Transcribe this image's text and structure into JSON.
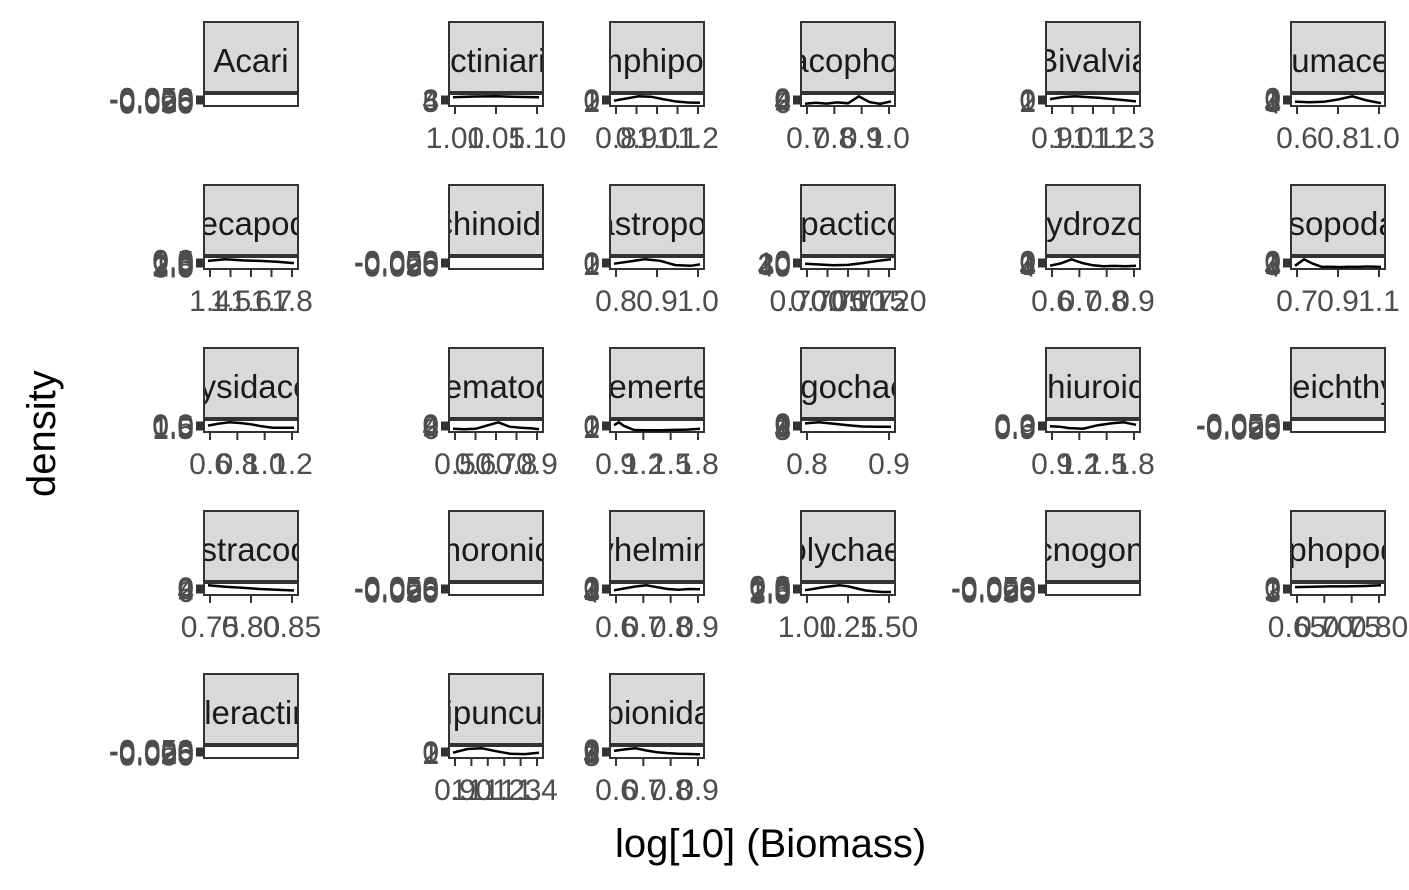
{
  "chart_data": {
    "type": "line",
    "xlabel": "log[10] (Biomass)",
    "ylabel": "density",
    "facet_strip_color": "#d9d9d9",
    "frame_color": "#333333",
    "line_color": "#000000",
    "tick_label_color": "#4d4d4d",
    "panels": [
      {
        "label": "Acari",
        "x": [],
        "y": [],
        "xticks": [],
        "yticks": [
          "-0.050",
          "-0.025",
          "0.000",
          "0.025",
          "0.050"
        ]
      },
      {
        "label": "Actiniaria",
        "x": [
          0.95,
          0.99,
          1.03,
          1.07,
          1.11
        ],
        "y": [
          4.2,
          4.6,
          4.7,
          4.4,
          4.2
        ],
        "xticks": [
          "1.00",
          "1.05",
          "1.10"
        ],
        "yticks": [
          "3",
          "4",
          "5"
        ]
      },
      {
        "label": "Amphipoda",
        "x": [
          0.78,
          0.83,
          0.88,
          0.93,
          0.98,
          1.03,
          1.08,
          1.13
        ],
        "y": [
          1.2,
          1.8,
          2.4,
          2.3,
          1.6,
          1.0,
          0.7,
          0.6
        ],
        "xticks": [
          "0.8",
          "0.9",
          "1.0",
          "1.1",
          "1.2"
        ],
        "yticks": [
          "0",
          "1",
          "2"
        ]
      },
      {
        "label": "Bacophora",
        "x": [
          0.63,
          0.68,
          0.73,
          0.78,
          0.83,
          0.88,
          0.93,
          0.98,
          1.03
        ],
        "y": [
          0.8,
          1.5,
          1.0,
          1.8,
          1.2,
          6.0,
          2.0,
          0.8,
          2.5
        ],
        "xticks": [
          "0.7",
          "0.8",
          "0.9",
          "1.0"
        ],
        "yticks": [
          "0",
          "2",
          "4",
          "6"
        ]
      },
      {
        "label": "Bivalvia",
        "x": [
          0.85,
          0.92,
          0.99,
          1.06,
          1.13,
          1.2,
          1.27,
          1.33
        ],
        "y": [
          1.5,
          2.0,
          2.2,
          2.0,
          1.8,
          1.5,
          1.2,
          0.9
        ],
        "xticks": [
          "0.9",
          "1.0",
          "1.1",
          "1.2",
          "1.3"
        ],
        "yticks": [
          "0",
          "1",
          "2"
        ]
      },
      {
        "label": "Cumacea",
        "x": [
          0.5,
          0.6,
          0.7,
          0.8,
          0.9,
          1.0,
          1.1
        ],
        "y": [
          1.5,
          1.2,
          1.4,
          2.4,
          3.8,
          2.0,
          0.8
        ],
        "xticks": [
          "0.6",
          "0.8",
          "1.0"
        ],
        "yticks": [
          "0",
          "1",
          "2",
          "3",
          "4"
        ]
      },
      {
        "label": "Decapoda",
        "x": [
          1.35,
          1.45,
          1.55,
          1.65,
          1.75,
          1.85
        ],
        "y": [
          2.6,
          3.2,
          2.8,
          2.6,
          2.3,
          1.8
        ],
        "xticks": [
          "1.4",
          "1.5",
          "1.6",
          "1.7",
          "1.8"
        ],
        "yticks": [
          "0.0",
          "0.5",
          "1.0",
          "1.5",
          "2.0",
          "2.5",
          "3.0"
        ]
      },
      {
        "label": "Echinoidea",
        "x": [],
        "y": [],
        "xticks": [],
        "yticks": [
          "-0.050",
          "-0.025",
          "0.000",
          "0.025",
          "0.050"
        ]
      },
      {
        "label": "Gastropoda",
        "x": [
          0.76,
          0.81,
          0.86,
          0.91,
          0.96,
          1.01,
          1.04
        ],
        "y": [
          1.2,
          1.8,
          2.4,
          2.0,
          0.8,
          0.6,
          1.0
        ],
        "xticks": [
          "0.8",
          "0.9",
          "1.0"
        ],
        "yticks": [
          "0",
          "1",
          "2"
        ]
      },
      {
        "label": "Harpacticoida",
        "x": [
          0.693,
          0.698,
          0.703,
          0.708,
          0.713,
          0.718,
          0.723
        ],
        "y": [
          12,
          10,
          8,
          9,
          14,
          20,
          25
        ],
        "xticks": [
          "0.700",
          "0.705",
          "0.710",
          "0.715",
          "0.720"
        ],
        "yticks": [
          "0",
          "10",
          "20",
          "30",
          "40"
        ]
      },
      {
        "label": "Hydrozoa",
        "x": [
          0.55,
          0.6,
          0.65,
          0.7,
          0.75,
          0.8,
          0.85,
          0.9,
          0.95
        ],
        "y": [
          1.0,
          2.0,
          3.8,
          2.2,
          1.2,
          0.8,
          0.9,
          0.8,
          1.0
        ],
        "xticks": [
          "0.6",
          "0.7",
          "0.8",
          "0.9"
        ],
        "yticks": [
          "0",
          "1",
          "2",
          "3",
          "4"
        ]
      },
      {
        "label": "Isopoda",
        "x": [
          0.62,
          0.67,
          0.72,
          0.77,
          0.82,
          0.87,
          0.92,
          0.97,
          1.02,
          1.1
        ],
        "y": [
          1.0,
          4.0,
          2.0,
          0.5,
          0.6,
          0.4,
          0.6,
          0.5,
          0.7,
          0.5
        ],
        "xticks": [
          "0.7",
          "0.9",
          "1.1"
        ],
        "yticks": [
          "0",
          "1",
          "2",
          "3",
          "4"
        ]
      },
      {
        "label": "Mysidacea",
        "x": [
          0.5,
          0.6,
          0.7,
          0.8,
          0.9,
          1.0,
          1.1,
          1.2,
          1.3
        ],
        "y": [
          0.8,
          1.1,
          1.3,
          1.2,
          1.0,
          0.7,
          0.5,
          0.5,
          0.5
        ],
        "xticks": [
          "0.6",
          "0.8",
          "1.0",
          "1.2"
        ],
        "yticks": [
          "0.0",
          "0.5",
          "1.0",
          "1.5"
        ]
      },
      {
        "label": "Nematoda",
        "x": [
          0.52,
          0.57,
          0.62,
          0.67,
          0.72,
          0.77,
          0.82,
          0.87,
          0.9
        ],
        "y": [
          1.0,
          0.8,
          1.0,
          2.5,
          4.0,
          2.0,
          1.5,
          1.2,
          0.8
        ],
        "xticks": [
          "0.5",
          "0.6",
          "0.7",
          "0.8",
          "0.9"
        ],
        "yticks": [
          "0",
          "2",
          "4",
          "6"
        ]
      },
      {
        "label": "Nemertea",
        "x": [
          0.88,
          0.93,
          0.98,
          1.08,
          1.2,
          1.35,
          1.5,
          1.62,
          1.75
        ],
        "y": [
          1.6,
          2.4,
          1.4,
          0.3,
          0.2,
          0.2,
          0.3,
          0.4,
          0.6
        ],
        "xticks": [
          "0.9",
          "1.2",
          "1.5",
          "1.8"
        ],
        "yticks": [
          "0",
          "1",
          "2"
        ]
      },
      {
        "label": "Oligochaeta",
        "x": [
          0.72,
          0.76,
          0.8,
          0.84,
          0.88,
          0.92,
          0.96
        ],
        "y": [
          4.0,
          4.6,
          3.8,
          3.0,
          2.4,
          2.2,
          2.2
        ],
        "xticks": [
          "0.8",
          "0.9"
        ],
        "yticks": [
          "0",
          "1",
          "2",
          "3",
          "4",
          "5"
        ]
      },
      {
        "label": "Ophiuroidea",
        "x": [
          0.85,
          0.95,
          1.05,
          1.2,
          1.35,
          1.5,
          1.62,
          1.75
        ],
        "y": [
          0.25,
          0.22,
          0.15,
          0.12,
          0.3,
          0.4,
          0.45,
          0.32
        ],
        "xticks": [
          "0.9",
          "1.2",
          "1.5",
          "1.8"
        ],
        "yticks": [
          "0.0",
          "0.3",
          "0.6",
          "0.9"
        ]
      },
      {
        "label": "Pleichthys",
        "x": [],
        "y": [],
        "xticks": [],
        "yticks": [
          "-0.050",
          "-0.025",
          "0.000",
          "0.025",
          "0.050"
        ]
      },
      {
        "label": "Ostracoda",
        "x": [
          0.72,
          0.76,
          0.8,
          0.84,
          0.88,
          0.92
        ],
        "y": [
          4.5,
          3.8,
          3.2,
          2.6,
          2.2,
          1.8
        ],
        "xticks": [
          "0.75",
          "0.80",
          "0.85"
        ],
        "yticks": [
          "0",
          "2",
          "4",
          "6"
        ]
      },
      {
        "label": "Phoronida",
        "x": [],
        "y": [],
        "xticks": [],
        "yticks": [
          "-0.050",
          "-0.025",
          "0.000",
          "0.025",
          "0.050"
        ]
      },
      {
        "label": "Platyhelminthes",
        "x": [
          0.55,
          0.6,
          0.65,
          0.7,
          0.75,
          0.8,
          0.85,
          0.9,
          0.95
        ],
        "y": [
          1.2,
          1.8,
          2.4,
          2.8,
          2.2,
          1.6,
          1.4,
          1.6,
          1.5
        ],
        "xticks": [
          "0.6",
          "0.7",
          "0.8",
          "0.9"
        ],
        "yticks": [
          "0",
          "1",
          "2",
          "3",
          "4"
        ]
      },
      {
        "label": "Polychaeta",
        "x": [
          1.0,
          1.05,
          1.1,
          1.15,
          1.2,
          1.25,
          1.3,
          1.35,
          1.4,
          1.45,
          1.5
        ],
        "y": [
          1.5,
          2.0,
          2.6,
          3.0,
          3.4,
          3.0,
          2.2,
          1.4,
          1.0,
          0.8,
          0.8
        ],
        "xticks": [
          "1.00",
          "1.25",
          "1.50"
        ],
        "yticks": [
          "0.0",
          "0.5",
          "1.0",
          "1.5",
          "2.0",
          "2.5",
          "3.0"
        ]
      },
      {
        "label": "Pycnogonida",
        "x": [],
        "y": [],
        "xticks": [],
        "yticks": [
          "-0.050",
          "-0.025",
          "0.000",
          "0.025",
          "0.050"
        ]
      },
      {
        "label": "Siphopoda",
        "x": [
          0.6,
          0.65,
          0.7,
          0.75,
          0.8,
          0.85
        ],
        "y": [
          1.9,
          2.0,
          2.1,
          2.1,
          2.2,
          2.4
        ],
        "xticks": [
          "0.65",
          "0.70",
          "0.75",
          "0.80"
        ],
        "yticks": [
          "0",
          "1",
          "2",
          "3"
        ]
      },
      {
        "label": "Scleractinia",
        "x": [],
        "y": [],
        "xticks": [],
        "yticks": [
          "-0.050",
          "-0.025",
          "0.000",
          "0.025",
          "0.050"
        ]
      },
      {
        "label": "Sipuncula",
        "x": [
          0.85,
          0.95,
          1.05,
          1.15,
          1.25,
          1.35,
          1.45
        ],
        "y": [
          1.2,
          2.2,
          2.4,
          1.6,
          0.9,
          0.8,
          1.2
        ],
        "xticks": [
          "0.9",
          "1.0",
          "1.1",
          "1.2",
          "1.3",
          "1.4"
        ],
        "yticks": [
          "0",
          "1",
          "2"
        ]
      },
      {
        "label": "Spionidae",
        "x": [
          0.55,
          0.6,
          0.65,
          0.7,
          0.75,
          0.8,
          0.85,
          0.9,
          0.95
        ],
        "y": [
          2.8,
          3.5,
          4.0,
          3.0,
          2.2,
          1.8,
          1.5,
          1.4,
          1.2
        ],
        "xticks": [
          "0.6",
          "0.7",
          "0.8",
          "0.9"
        ],
        "yticks": [
          "0",
          "1",
          "2",
          "3",
          "4",
          "5"
        ]
      }
    ]
  }
}
